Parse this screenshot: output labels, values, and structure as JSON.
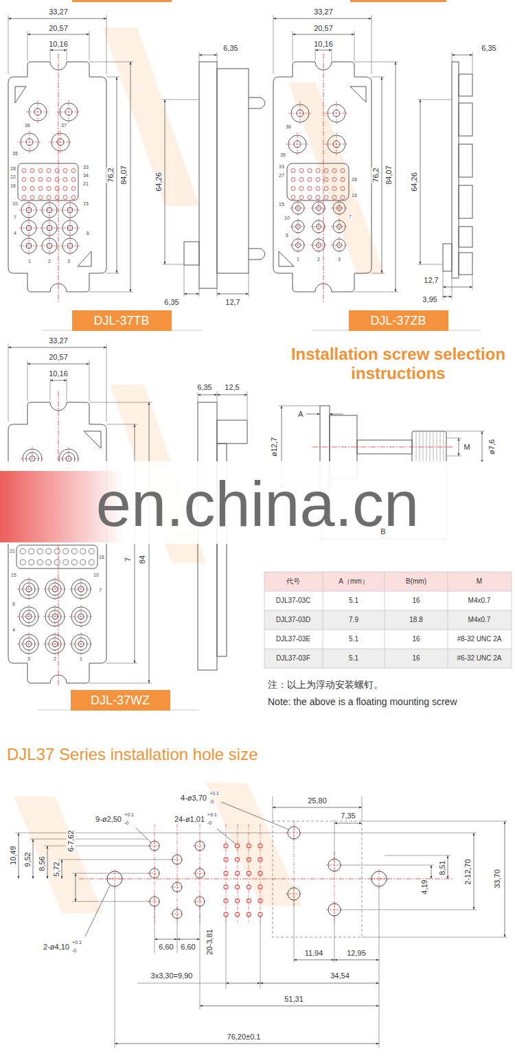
{
  "diagram": {
    "nodes": [
      {
        "text": [
          "DJL-37TB"
        ]
      },
      {
        "text": [
          "DJL-37ZB"
        ]
      },
      {
        "text": [
          "DJL-37WZ"
        ]
      }
    ],
    "labels": [
      "33,27",
      "20,57",
      "10,16",
      "6,35",
      "76,2",
      "84,07",
      "64,26",
      "6,35",
      "12,7",
      "36",
      "37",
      "35",
      "33",
      "28",
      "34",
      "22",
      "21",
      "16",
      "10",
      "15",
      "7",
      "6",
      "4",
      "1",
      "2",
      "3",
      "33,27",
      "20,57",
      "10,16",
      "6,35",
      "76,2",
      "84,07",
      "64,26",
      "12,7",
      "3,95",
      "36",
      "35",
      "33",
      "27",
      "28",
      "16",
      "15",
      "10",
      "7",
      "6",
      "1",
      "2",
      "3",
      "33,27",
      "20,57",
      "10,16",
      "6,35",
      "12,5",
      "7",
      "84",
      "21",
      "16",
      "15",
      "10",
      "7",
      "6",
      "4",
      "3",
      "2",
      "1",
      "en.china.cn",
      "Installation screw selection instructions",
      "A",
      "ø12,7",
      "M",
      "ø7,6",
      "B",
      "代号",
      "A（mm）",
      "B(mm)",
      "M",
      "DJL37-03C",
      "5.1",
      "16",
      "M4x0.7",
      "DJL37-03D",
      "7.9",
      "18.8",
      "M4x0.7",
      "DJL37-03E",
      "5.1",
      "16",
      "#8-32 UNC 2A",
      "DJL37-03F",
      "5.1",
      "16",
      "#6-32 UNC 2A",
      "注：以上为浮动安装螺钉。",
      "Note: the above is a floating mounting screw",
      "DJL37 Series installation hole size",
      "25,80",
      "7,35",
      "4-ø3,70",
      "+0.1",
      "-0",
      "9-ø2,50",
      "+0.1",
      "-0",
      "24-ø1,01",
      "+0.1",
      "-0",
      "10,49",
      "9,52",
      "8,56",
      "5,72",
      "6-7,62",
      "4,19",
      "8,51",
      "2-12,70",
      "33,70",
      "2-ø4,10",
      "+0.1",
      "-0",
      "6,60",
      "6,60",
      "20-3,81",
      "11,94",
      "12,95",
      "3x3,30=9,90",
      "34,54",
      "51,31",
      "76,20±0.1"
    ]
  }
}
